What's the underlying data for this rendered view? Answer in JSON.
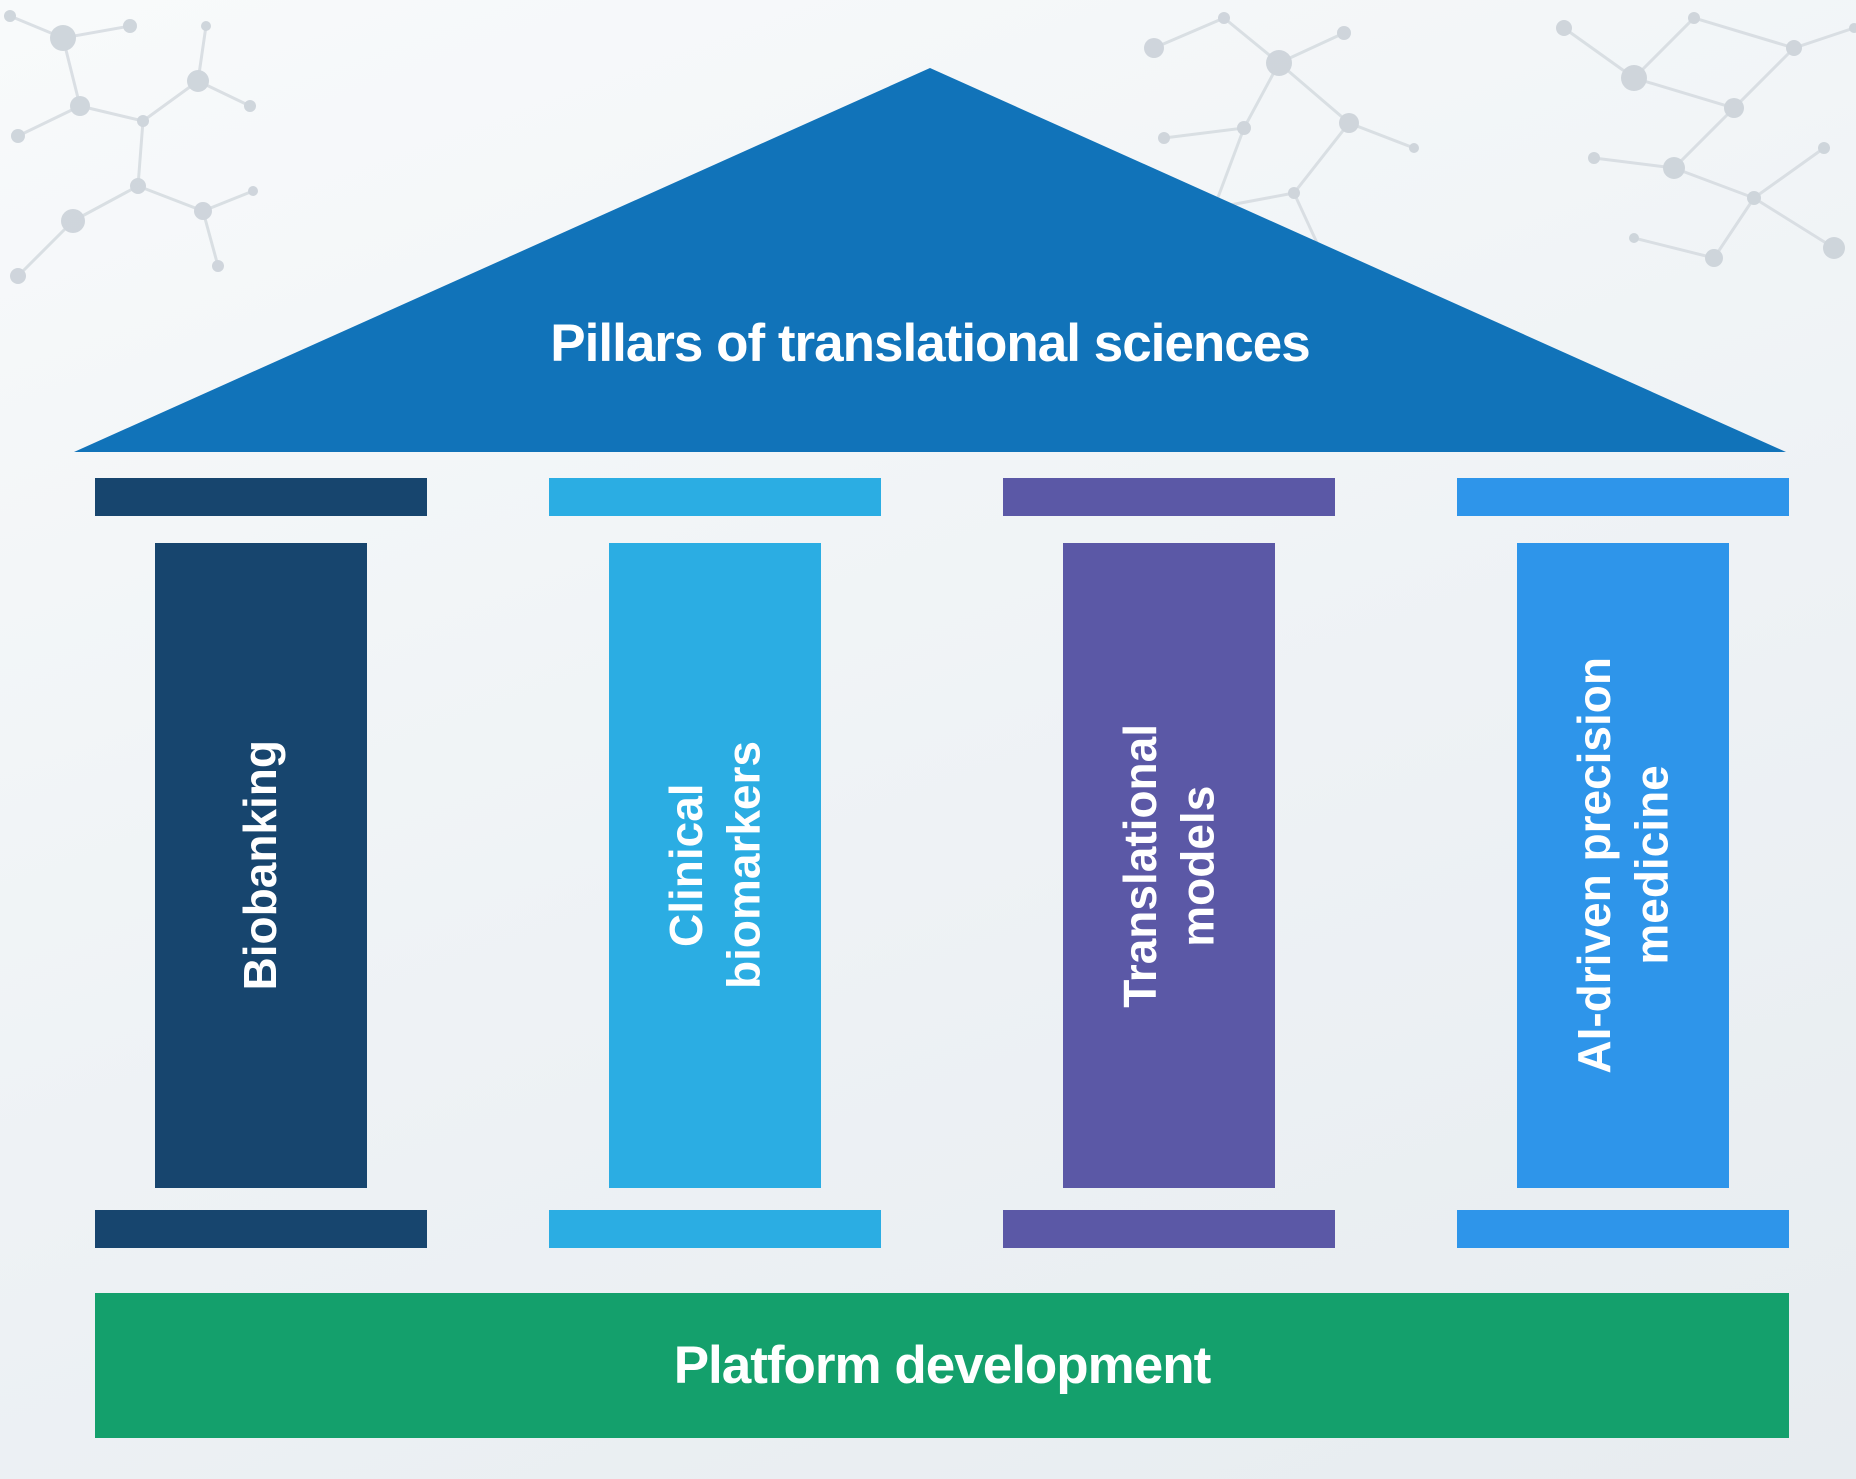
{
  "roof": {
    "title": "Pillars of translational sciences",
    "color": "#1173b9",
    "text_color": "#ffffff"
  },
  "pillars": [
    {
      "label": "Biobanking",
      "color": "#17456e"
    },
    {
      "label": "Clinical\nbiomarkers",
      "color": "#2bade3"
    },
    {
      "label": "Translational\nmodels",
      "color": "#5b58a6"
    },
    {
      "label": "AI-driven precision\nmedicine",
      "color": "#2e95ea"
    }
  ],
  "platform": {
    "label": "Platform development",
    "color": "#14a06c",
    "text_color": "#ffffff"
  },
  "decorations": {
    "molecule_color": "#ccd3da"
  }
}
